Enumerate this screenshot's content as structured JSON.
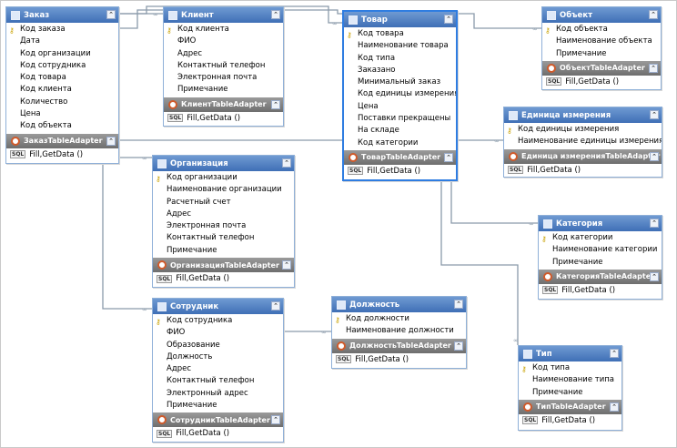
{
  "icons": {
    "key": "key-icon",
    "collapse": "double-chevron-up-icon",
    "table": "table-icon",
    "adapter": "adapter-icon",
    "method": "sql-icon"
  },
  "colors": {
    "header": "#4a78bf",
    "adapter_header": "#7f7f7f",
    "link": "#8a9aaa"
  },
  "tables": [
    {
      "id": "zakaz",
      "name": "Заказ",
      "selected": false,
      "columns": [
        {
          "label": "Код заказа",
          "key": true
        },
        {
          "label": "Дата"
        },
        {
          "label": "Код организации"
        },
        {
          "label": "Код сотрудника"
        },
        {
          "label": "Код товара"
        },
        {
          "label": "Код клиента"
        },
        {
          "label": "Количество"
        },
        {
          "label": "Цена"
        },
        {
          "label": "Код объекта"
        }
      ],
      "adapter": "ЗаказTableAdapter",
      "method": "Fill,GetData ()"
    },
    {
      "id": "klient",
      "name": "Клиент",
      "selected": false,
      "columns": [
        {
          "label": "Код клиента",
          "key": true
        },
        {
          "label": "ФИО"
        },
        {
          "label": "Адрес"
        },
        {
          "label": "Контактный телефон"
        },
        {
          "label": "Электронная почта"
        },
        {
          "label": "Примечание"
        }
      ],
      "adapter": "КлиентTableAdapter",
      "method": "Fill,GetData ()"
    },
    {
      "id": "tovar",
      "name": "Товар",
      "selected": true,
      "columns": [
        {
          "label": "Код товара",
          "key": true
        },
        {
          "label": "Наименование товара"
        },
        {
          "label": "Код типа"
        },
        {
          "label": "Заказано"
        },
        {
          "label": "Минимальный заказ"
        },
        {
          "label": "Код единицы измерения"
        },
        {
          "label": "Цена"
        },
        {
          "label": "Поставки прекращены"
        },
        {
          "label": "На складе"
        },
        {
          "label": "Код категории"
        }
      ],
      "adapter": "ТоварTableAdapter",
      "method": "Fill,GetData ()"
    },
    {
      "id": "obekt",
      "name": "Объект",
      "selected": false,
      "columns": [
        {
          "label": "Код объекта",
          "key": true
        },
        {
          "label": "Наименование объекта"
        },
        {
          "label": "Примечание"
        }
      ],
      "adapter": "ОбъектTableAdapter",
      "method": "Fill,GetData ()"
    },
    {
      "id": "edinica",
      "name": "Единица измерения",
      "selected": false,
      "columns": [
        {
          "label": "Код единицы измерения",
          "key": true
        },
        {
          "label": "Наименование единицы измерения"
        }
      ],
      "adapter": "Единица измеренияTableAdapter",
      "method": "Fill,GetData ()"
    },
    {
      "id": "organizaciya",
      "name": "Организация",
      "selected": false,
      "columns": [
        {
          "label": "Код организации",
          "key": true
        },
        {
          "label": "Наименование организации"
        },
        {
          "label": "Расчетный счет"
        },
        {
          "label": "Адрес"
        },
        {
          "label": "Электронная почта"
        },
        {
          "label": "Контактный телефон"
        },
        {
          "label": "Примечание"
        }
      ],
      "adapter": "ОрганизацияTableAdapter",
      "method": "Fill,GetData ()"
    },
    {
      "id": "kategoriya",
      "name": "Категория",
      "selected": false,
      "columns": [
        {
          "label": "Код категории",
          "key": true
        },
        {
          "label": "Наименование категории"
        },
        {
          "label": "Примечание"
        }
      ],
      "adapter": "КатегорияTableAdapter",
      "method": "Fill,GetData ()"
    },
    {
      "id": "sotrudnik",
      "name": "Сотрудник",
      "selected": false,
      "columns": [
        {
          "label": "Код сотрудника",
          "key": true
        },
        {
          "label": "ФИО"
        },
        {
          "label": "Образование"
        },
        {
          "label": "Должность"
        },
        {
          "label": "Адрес"
        },
        {
          "label": "Контактный телефон"
        },
        {
          "label": "Электронный адрес"
        },
        {
          "label": "Примечание"
        }
      ],
      "adapter": "СотрудникTableAdapter",
      "method": "Fill,GetData ()"
    },
    {
      "id": "dolzhnost",
      "name": "Должность",
      "selected": false,
      "columns": [
        {
          "label": "Код должности",
          "key": true
        },
        {
          "label": "Наименование должности"
        }
      ],
      "adapter": "ДолжностьTableAdapter",
      "method": "Fill,GetData ()"
    },
    {
      "id": "tip",
      "name": "Тип",
      "selected": false,
      "columns": [
        {
          "label": "Код типа",
          "key": true
        },
        {
          "label": "Наименование типа"
        },
        {
          "label": "Примечание"
        }
      ],
      "adapter": "ТипTableAdapter",
      "method": "Fill,GetData ()"
    }
  ]
}
